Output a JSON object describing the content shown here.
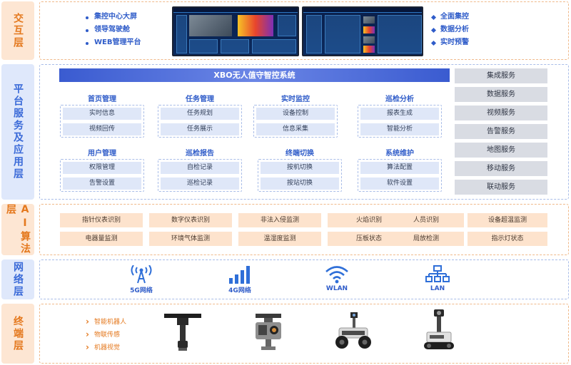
{
  "layers": {
    "interaction": "交互层",
    "platform": "平台服务及应用层",
    "ai": "AI算法层",
    "network": "网络层",
    "terminal": "终端层"
  },
  "interaction": {
    "left_items": [
      "集控中心大屏",
      "领导驾驶舱",
      "WEB管理平台"
    ],
    "right_items": [
      "全面集控",
      "数据分析",
      "实时预警"
    ]
  },
  "platform": {
    "system_title": "XBO无人值守智控系统",
    "modules": [
      {
        "title": "首页管理",
        "items": [
          "实时信息",
          "视频回传"
        ]
      },
      {
        "title": "任务管理",
        "items": [
          "任务规划",
          "任务展示"
        ]
      },
      {
        "title": "实时监控",
        "items": [
          "设备控制",
          "信息采集"
        ]
      },
      {
        "title": "巡检分析",
        "items": [
          "报表生成",
          "智能分析"
        ]
      },
      {
        "title": "用户管理",
        "items": [
          "权限管理",
          "告警设置"
        ]
      },
      {
        "title": "巡检报告",
        "items": [
          "自检记录",
          "巡检记录"
        ]
      },
      {
        "title": "终端切换",
        "items": [
          "按机切换",
          "按站切换"
        ]
      },
      {
        "title": "系统维护",
        "items": [
          "算法配置",
          "软件设置"
        ]
      }
    ],
    "services": [
      "集成服务",
      "数据服务",
      "视频服务",
      "告警服务",
      "地图服务",
      "移动服务",
      "联动服务"
    ]
  },
  "ai": {
    "items": [
      "指针仪表识别",
      "数字仪表识别",
      "非法入侵监测",
      "火焰识别",
      "人员识别",
      "设备超温监测",
      "电器量监测",
      "环境气体监测",
      "温湿度监测",
      "压板状态",
      "局放检测",
      "指示灯状态"
    ]
  },
  "network": {
    "items": [
      {
        "label": "5G网络",
        "icon": "signal-tower-icon"
      },
      {
        "label": "4G网络",
        "icon": "signal-bars-icon"
      },
      {
        "label": "WLAN",
        "icon": "wifi-icon"
      },
      {
        "label": "LAN",
        "icon": "lan-network-icon"
      }
    ]
  },
  "terminal": {
    "items": [
      "智能机器人",
      "物联传感",
      "机器视觉"
    ],
    "devices": [
      "rail-robot",
      "ptz-camera-robot",
      "wheeled-inspection-robot",
      "tracked-inspection-robot"
    ]
  },
  "colors": {
    "orange_accent": "#e4781d",
    "blue_accent": "#2f5cc9",
    "service_gray": "#d9dce3",
    "ai_peach": "#fde3cd",
    "module_blue": "#dfe7f8"
  }
}
